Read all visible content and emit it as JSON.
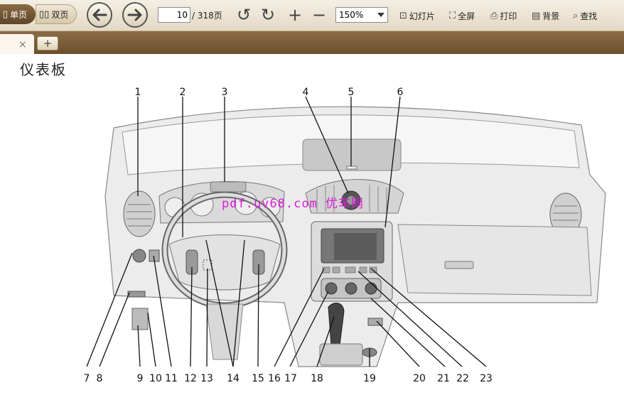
{
  "toolbar": {
    "single_page": "单页",
    "double_page": "双页",
    "page_current": "10",
    "page_total": "/ 318页",
    "zoom": "150%",
    "slideshow": "幻灯片",
    "fullscreen": "全屏",
    "print": "打印",
    "background": "背景",
    "search": "查找"
  },
  "tabs": {
    "close": "×",
    "add": "+"
  },
  "document": {
    "title": "仪表板",
    "watermark": "pdf.uv68.com 优车网",
    "callouts": [
      "1",
      "2",
      "3",
      "4",
      "5",
      "6",
      "7",
      "8",
      "9",
      "10",
      "11",
      "12",
      "13",
      "14",
      "15",
      "16",
      "17",
      "18",
      "19",
      "20",
      "21",
      "22",
      "23"
    ]
  },
  "colors": {
    "toolbar_bg": "#ede4d1",
    "tabbar_bg": "#7a5c37",
    "watermark": "#d81bd8"
  },
  "icons": {
    "back": "arrow-left-icon",
    "forward": "arrow-right-icon",
    "rotate_ccw": "rotate-left-icon",
    "rotate_cw": "rotate-right-icon",
    "zoom_in": "plus-icon",
    "zoom_out": "minus-icon"
  }
}
